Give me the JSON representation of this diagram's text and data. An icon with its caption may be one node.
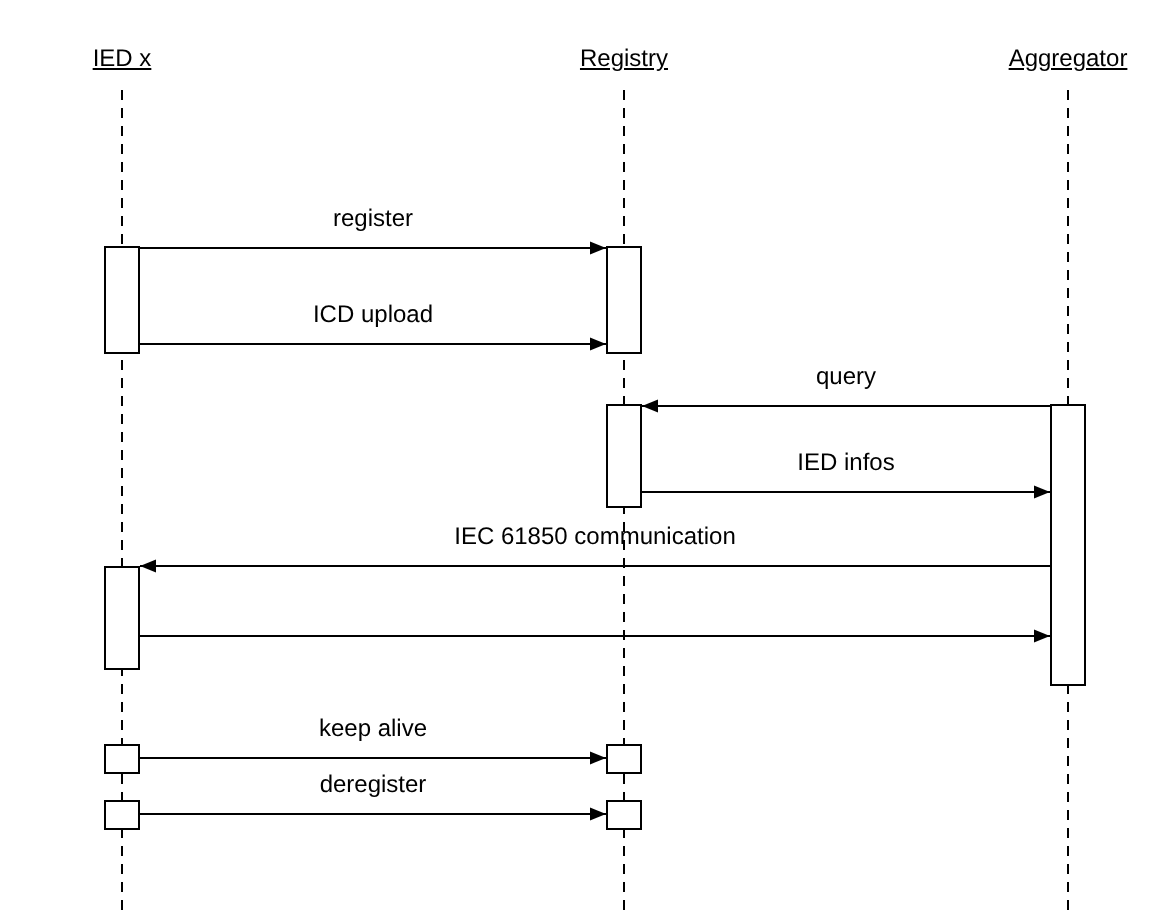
{
  "diagram": {
    "nodes": [
      {
        "text": [
          "IED x"
        ]
      },
      {
        "text": [
          "Registry"
        ]
      },
      {
        "text": [
          "Aggregator"
        ]
      },
      {
        "text": [],
        "shape": "bar"
      },
      {
        "text": [],
        "shape": "bar"
      },
      {
        "text": [],
        "shape": "bar"
      },
      {
        "text": [],
        "shape": "bar"
      },
      {
        "text": [],
        "shape": "bar"
      },
      {
        "text": [],
        "shape": "bar"
      },
      {
        "text": [],
        "shape": "bar"
      },
      {
        "text": [],
        "shape": "bar"
      },
      {
        "text": [],
        "shape": "bar"
      }
    ],
    "edges": [
      {
        "from": 3,
        "to": 4,
        "arrow": "to",
        "label": "register"
      },
      {
        "from": 3,
        "to": 4,
        "arrow": "to",
        "label": "ICD upload"
      },
      {
        "from": 6,
        "to": 5,
        "arrow": "to",
        "label": "query"
      },
      {
        "from": 5,
        "to": 6,
        "arrow": "to",
        "label": "IED infos"
      },
      {
        "from": 6,
        "to": 7,
        "arrow": "to",
        "label": "IEC 61850 communication"
      },
      {
        "from": 7,
        "to": 6,
        "arrow": "to"
      },
      {
        "from": 8,
        "to": 9,
        "arrow": "to",
        "label": "keep alive"
      },
      {
        "from": 10,
        "to": 11,
        "arrow": "to",
        "label": "deregister"
      }
    ]
  }
}
